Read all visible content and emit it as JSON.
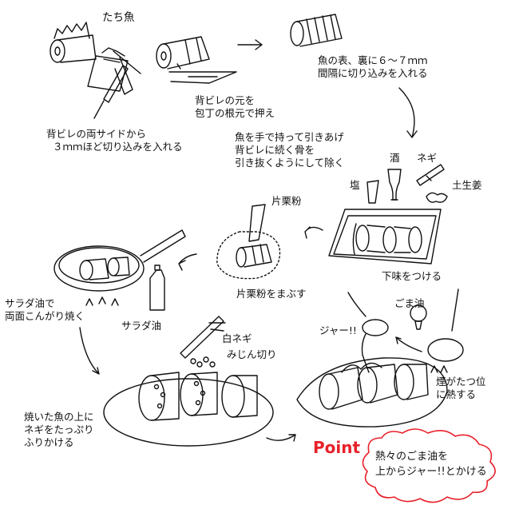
{
  "title": "たち魚",
  "steps": {
    "s1": [
      "背ビレの両サイドから",
      "３ｍｍほど切り込みを入れる"
    ],
    "s2": [
      "背ビレの元を",
      "包丁の根元で押え"
    ],
    "s3": [
      "魚の表、裏に６～７ｍｍ",
      "間隔に切り込みを入れる"
    ],
    "s4": [
      "魚を手で持って引きあげ",
      "背ビレに続く骨を",
      "引き抜くようにして除く"
    ],
    "s5": "下味をつける",
    "s6": "片栗粉をまぶす",
    "s7": [
      "サラダ油で",
      "両面こんがり焼く"
    ],
    "s8": [
      "焼いた魚の上に",
      "ネギをたっぷり",
      "ふりかける"
    ],
    "s9": [
      "煙がたつ位",
      "に熱する"
    ]
  },
  "ingredients": {
    "salt": "塩",
    "sake": "酒",
    "negi": "ネギ",
    "ginger": "土生姜",
    "katakuriko": "片栗粉",
    "salad_oil": "サラダ油",
    "shiro_negi": "白ネギ",
    "mijingiri": "みじん切り",
    "goma_oil": "ごま油"
  },
  "sfx": "ジャー!!",
  "point": {
    "label": "Point",
    "lines": [
      "熱々のごま油を",
      "上からジャー!!とかける"
    ],
    "color": "#e8202a"
  }
}
